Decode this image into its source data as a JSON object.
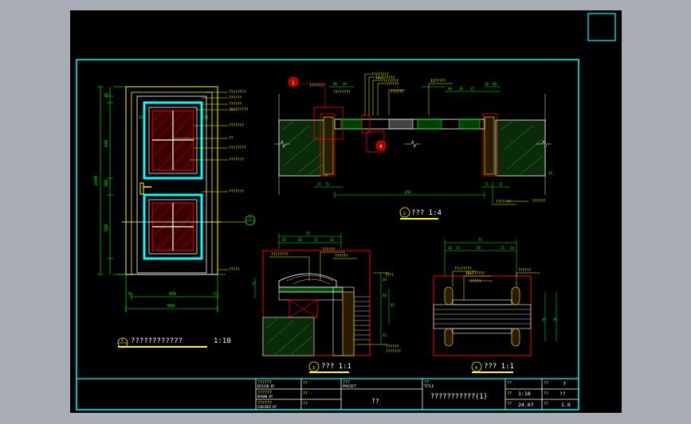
{
  "colors": {
    "background": "#000000",
    "frame": "#00ffff",
    "geometry": "#ffffff",
    "dimension": "#00ff00",
    "annotation": "#ffff00",
    "section": "#ff0000",
    "hatch": "#00ff00"
  },
  "titles": {
    "door_elevation": "????????????",
    "door_elevation_scale": "1:10",
    "view2": "??? 1:4",
    "view2_num": "2",
    "view3": "??? 1:1",
    "view3_num": "3",
    "view4": "??? 1:1",
    "view4_num": "4"
  },
  "callouts": {
    "c1": "1",
    "c2": "2",
    "c4": "4"
  },
  "elevation_dims": {
    "width_inner": "850",
    "width_total": "950",
    "total_height": "2100",
    "top_margin": "40",
    "panel_top": "840",
    "mid": "300",
    "panel_bottom": "580",
    "bottom": "120",
    "side_a": "75",
    "side_b": "75",
    "bead": "150",
    "rail": "110"
  },
  "elevation_labels": [
    "??/?????",
    "???/??",
    "??????",
    "10x5?????",
    "???????",
    "??/?????",
    "???????",
    "??",
    "???????",
    "???????",
    "???????",
    "?????"
  ],
  "section2": {
    "labels": [
      "????????",
      "10x5?????",
      "??/?????",
      "??????",
      "??????",
      "12?????",
      "???????",
      "??/?????"
    ],
    "dims": [
      "40",
      "20",
      "15",
      "75",
      "40",
      "20",
      "15",
      "850",
      "20",
      "40",
      "75",
      "15",
      "40"
    ],
    "bottom_dim": "850"
  },
  "section3": {
    "labels": [
      "??/?????",
      "??????",
      "??????",
      "????",
      "??????",
      "???????"
    ],
    "dims": [
      "15",
      "45",
      "20",
      "15",
      "20",
      "15",
      "30",
      "40",
      "45",
      "15"
    ]
  },
  "section4": {
    "labels": [
      "??/?????",
      "10x5?????",
      "?????",
      "??????"
    ],
    "dims": [
      "75",
      "10",
      "15",
      "50",
      "15",
      "20",
      "45",
      "40"
    ]
  },
  "title_block": {
    "design_label": "??????",
    "design_en": "DESIGN BY",
    "drawn_label": "??????",
    "drawn_en": "DRAWN BY",
    "check_label": "??????",
    "check_en": "CHECKED BY",
    "project_label": "???",
    "project_en": "PROJECT",
    "project_value": "??",
    "drawing_label": "??",
    "drawing_en": "TITLE",
    "drawing_title": "???????????(1)",
    "scale_label": "??",
    "scale_value": "1:10",
    "date_label": "??",
    "date_value": "24.07",
    "sheet_label": "??",
    "sheet_value": "?",
    "no_label": "??",
    "no_value": "??",
    "rev_label": "??",
    "rev_value": "1.0",
    "cell_a": "??",
    "cell_b": "??"
  }
}
